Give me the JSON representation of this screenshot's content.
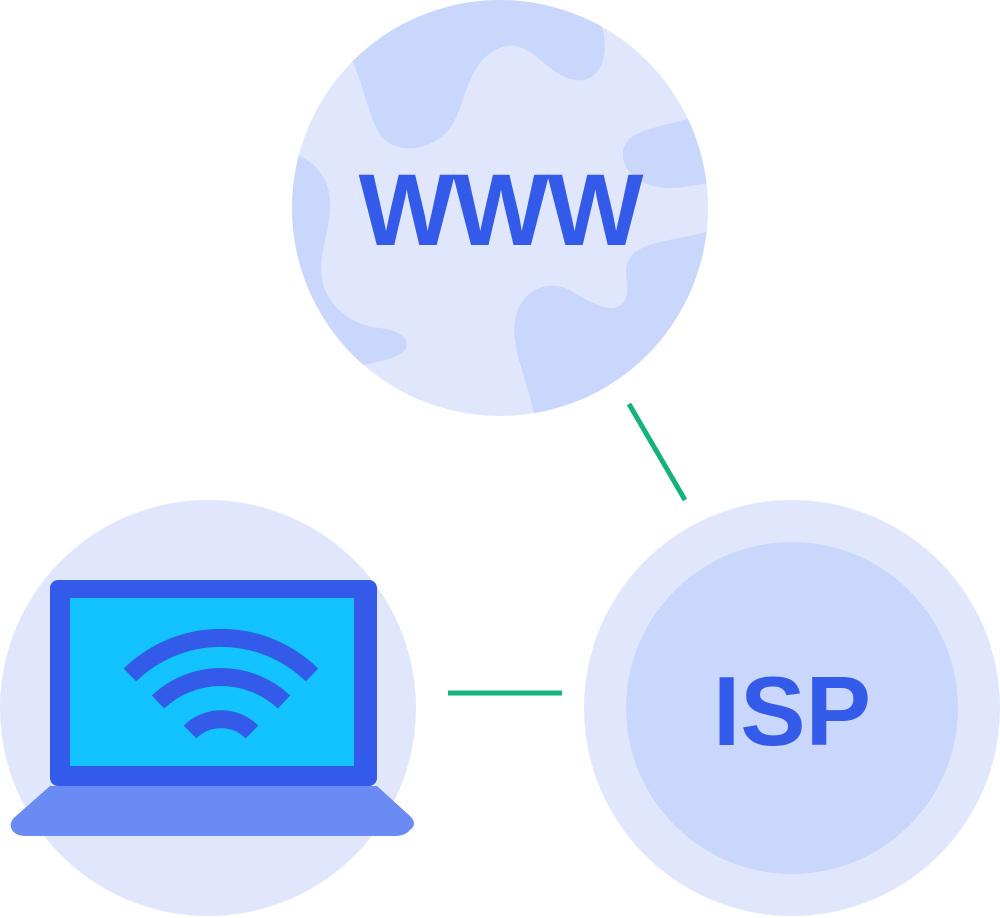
{
  "diagram": {
    "nodes": {
      "internet": {
        "label": "WWW",
        "icon": "globe-icon"
      },
      "isp": {
        "label": "ISP",
        "icon": "isp-circle"
      },
      "laptop": {
        "label": "",
        "icon": "laptop-wifi-icon"
      }
    },
    "connections": [
      {
        "from": "internet",
        "to": "isp"
      },
      {
        "from": "laptop",
        "to": "isp"
      }
    ]
  },
  "colors": {
    "circle_light": "#e0e7fd",
    "circle_mid": "#cad7fd",
    "brand_blue": "#335ae8",
    "laptop_base": "#6a8bf3",
    "screen_cyan": "#12c3ff",
    "connector_green": "#15b27a",
    "background": "#ffffff"
  }
}
